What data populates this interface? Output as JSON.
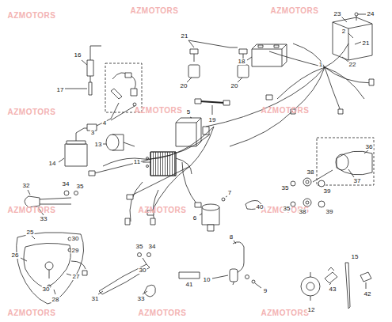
{
  "diagram": {
    "labels": [
      "AZMOTORS",
      "AZMOTORS",
      "AZMOTORS",
      "AZMOTORS",
      "AZMOTORS",
      "AZMOTORS",
      "AZMOTORS",
      "AZMOTORS",
      "AZMOTORS",
      "AZMOTORS",
      "AZMOTORS",
      "AZMOTORS",
      "16",
      "17",
      "21",
      "18",
      "20",
      "20",
      "19",
      "23",
      "24",
      "2",
      "21",
      "22",
      "1",
      "3",
      "4",
      "14",
      "5",
      "11",
      "13",
      "36",
      "37",
      "38",
      "39",
      "35",
      "38",
      "35",
      "39",
      "32",
      "34",
      "35",
      "33",
      "7",
      "6",
      "40",
      "25",
      "30",
      "26",
      "29",
      "30",
      "27",
      "28",
      "35",
      "34",
      "30",
      "31",
      "33",
      "41",
      "8",
      "10",
      "9",
      "12",
      "15",
      "43",
      "42"
    ]
  }
}
